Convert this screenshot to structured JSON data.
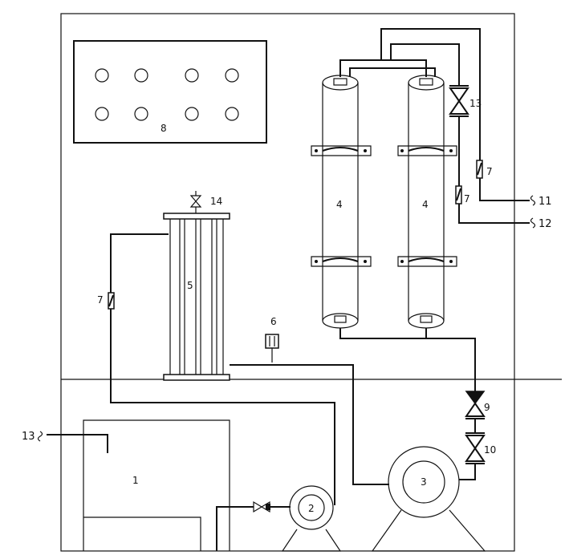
{
  "labels": {
    "tank": "1",
    "pump_small": "2",
    "pump_large": "3",
    "column_left": "4",
    "column_right": "4",
    "filter": "5",
    "gauge": "6",
    "flowmeter_left": "7",
    "flowmeter_mid": "7",
    "flowmeter_right": "7",
    "panel": "8",
    "check_valve": "9",
    "valve_bottom": "10",
    "outlet_11": "11",
    "outlet_12": "12",
    "inlet_13": "13",
    "valve_top": "13",
    "vent_valve": "14"
  },
  "colors": {
    "line": "#111111",
    "background": "#ffffff"
  }
}
